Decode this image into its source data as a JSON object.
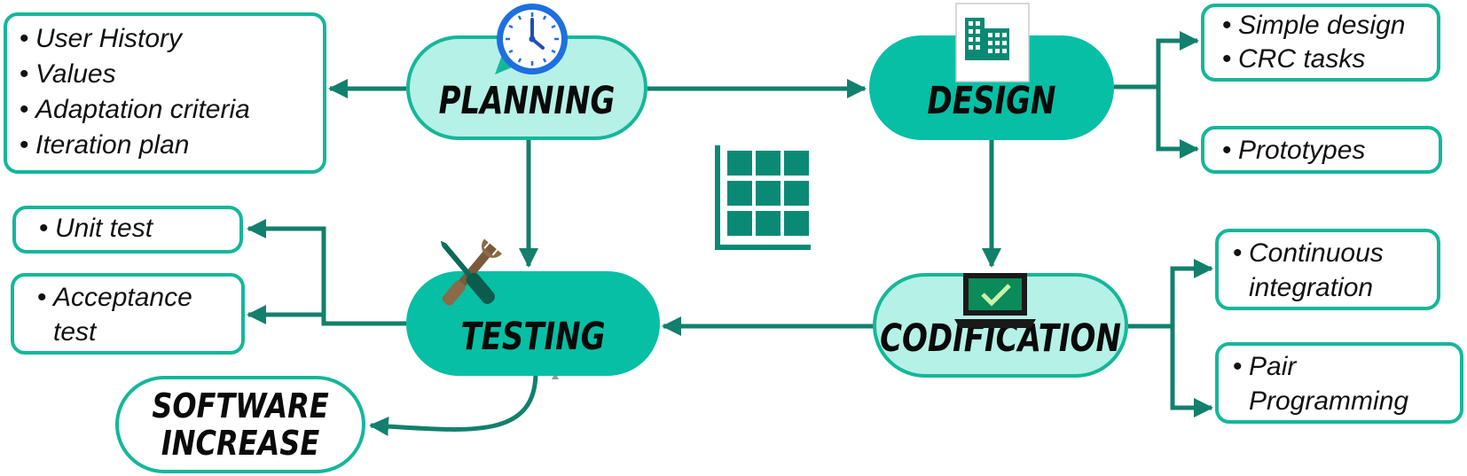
{
  "colors": {
    "accent": "#14b79a",
    "dark_node": "#06bfa4",
    "light_node": "#b5f1e6",
    "arrow": "#12806c"
  },
  "nodes": {
    "planning": {
      "label": "PLANNING",
      "icon": "clock-icon"
    },
    "design": {
      "label": "DESIGN",
      "icon": "building-document-icon"
    },
    "testing": {
      "label": "TESTING",
      "icon": "wrench-screwdriver-icon"
    },
    "codification": {
      "label": "CODIFICATION",
      "icon": "laptop-check-icon"
    }
  },
  "outputs": {
    "planning": [
      "User History",
      "Values",
      "Adaptation criteria",
      "Iteration plan"
    ],
    "design_top": [
      "Simple design",
      "CRC tasks"
    ],
    "design_bottom": [
      "Prototypes"
    ],
    "codification_top": [
      "Continuous integration"
    ],
    "codification_bottom": [
      "Pair Programming"
    ],
    "testing_top": [
      "Unit test"
    ],
    "testing_bottom": [
      "Acceptance test"
    ]
  },
  "result": {
    "line1": "SOFTWARE",
    "line2": "INCREASE"
  },
  "center_icon": "grid-icon"
}
